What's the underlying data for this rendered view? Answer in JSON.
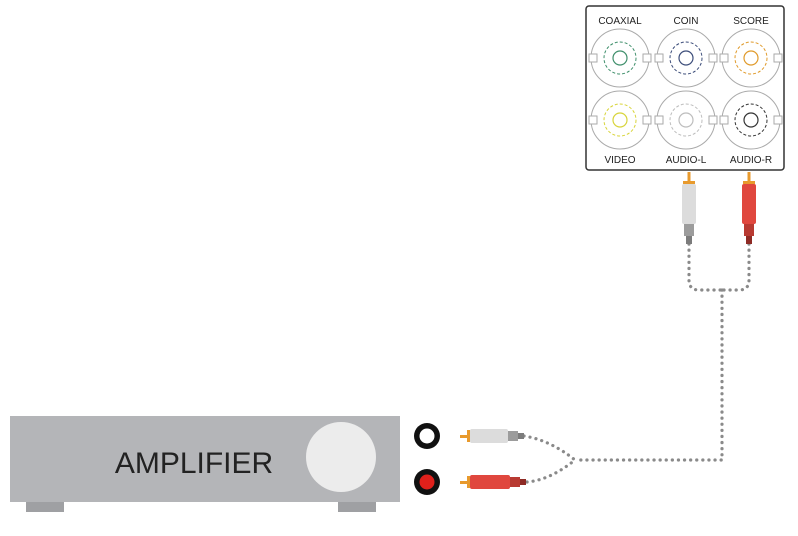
{
  "device": {
    "name": "AMPLIFIER",
    "colors": {
      "body": "#b4b5b8",
      "knob": "#ececec",
      "feet": "#9fa0a3"
    }
  },
  "panel": {
    "jacks": [
      {
        "label": "COAXIAL",
        "ring_color": "#3f8f6b"
      },
      {
        "label": "COIN",
        "ring_color": "#3c4d7a"
      },
      {
        "label": "SCORE",
        "ring_color": "#e09a2a"
      },
      {
        "label": "VIDEO",
        "ring_color": "#d8d43a"
      },
      {
        "label": "AUDIO-L",
        "ring_color": "#bdbdbd"
      },
      {
        "label": "AUDIO-R",
        "ring_color": "#333333"
      }
    ]
  },
  "cable": {
    "plug_colors": {
      "left": "#dcdcdc",
      "right": "#e0473e",
      "tip": "#e89a2d"
    },
    "wire_style": "dotted"
  },
  "amp_inputs": [
    {
      "channel": "left",
      "color": "#ffffff"
    },
    {
      "channel": "right",
      "color": "#e0201b"
    }
  ]
}
